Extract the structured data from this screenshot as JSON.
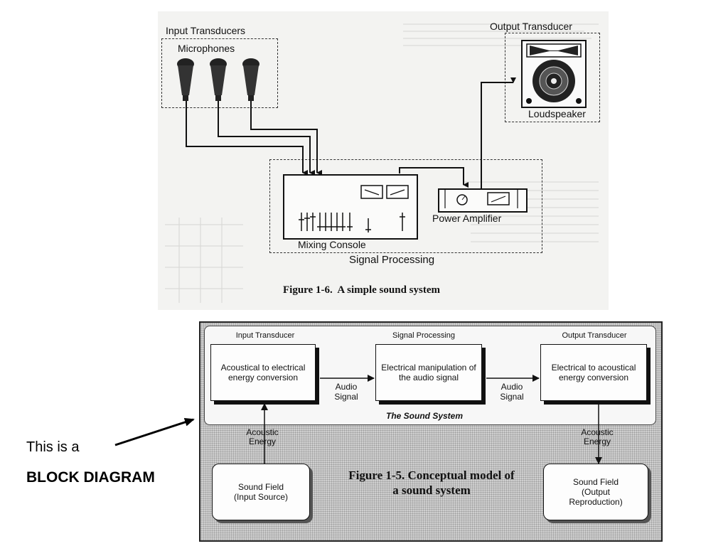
{
  "figure_1_6": {
    "input_transducers": "Input Transducers",
    "microphones": "Microphones",
    "output_transducer": "Output Transducer",
    "loudspeaker": "Loudspeaker",
    "mixing_console": "Mixing Console",
    "power_amplifier": "Power Amplifier",
    "signal_processing": "Signal Processing",
    "caption": "Figure 1-6.  A simple sound system"
  },
  "figure_1_5": {
    "input_transducer_head": "Input Transducer",
    "signal_processing_head": "Signal Processing",
    "output_transducer_head": "Output Transducer",
    "block_input": "Acoustical to electrical energy conversion",
    "block_processing": "Electrical manipulation of the audio signal",
    "block_output": "Electrical to acoustical energy conversion",
    "audio_signal_1": "Audio Signal",
    "audio_signal_2": "Audio Signal",
    "system_title": "The Sound System",
    "acoustic_energy_in": "Acoustic Energy",
    "acoustic_energy_out": "Acoustic Energy",
    "sound_field_in": "Sound Field (Input Source)",
    "sound_field_out": "Sound Field (Output Reproduction)",
    "caption": "Figure 1-5.  Conceptual model of a sound system"
  },
  "annotation": {
    "line1": "This is a",
    "line2": "BLOCK DIAGRAM"
  }
}
